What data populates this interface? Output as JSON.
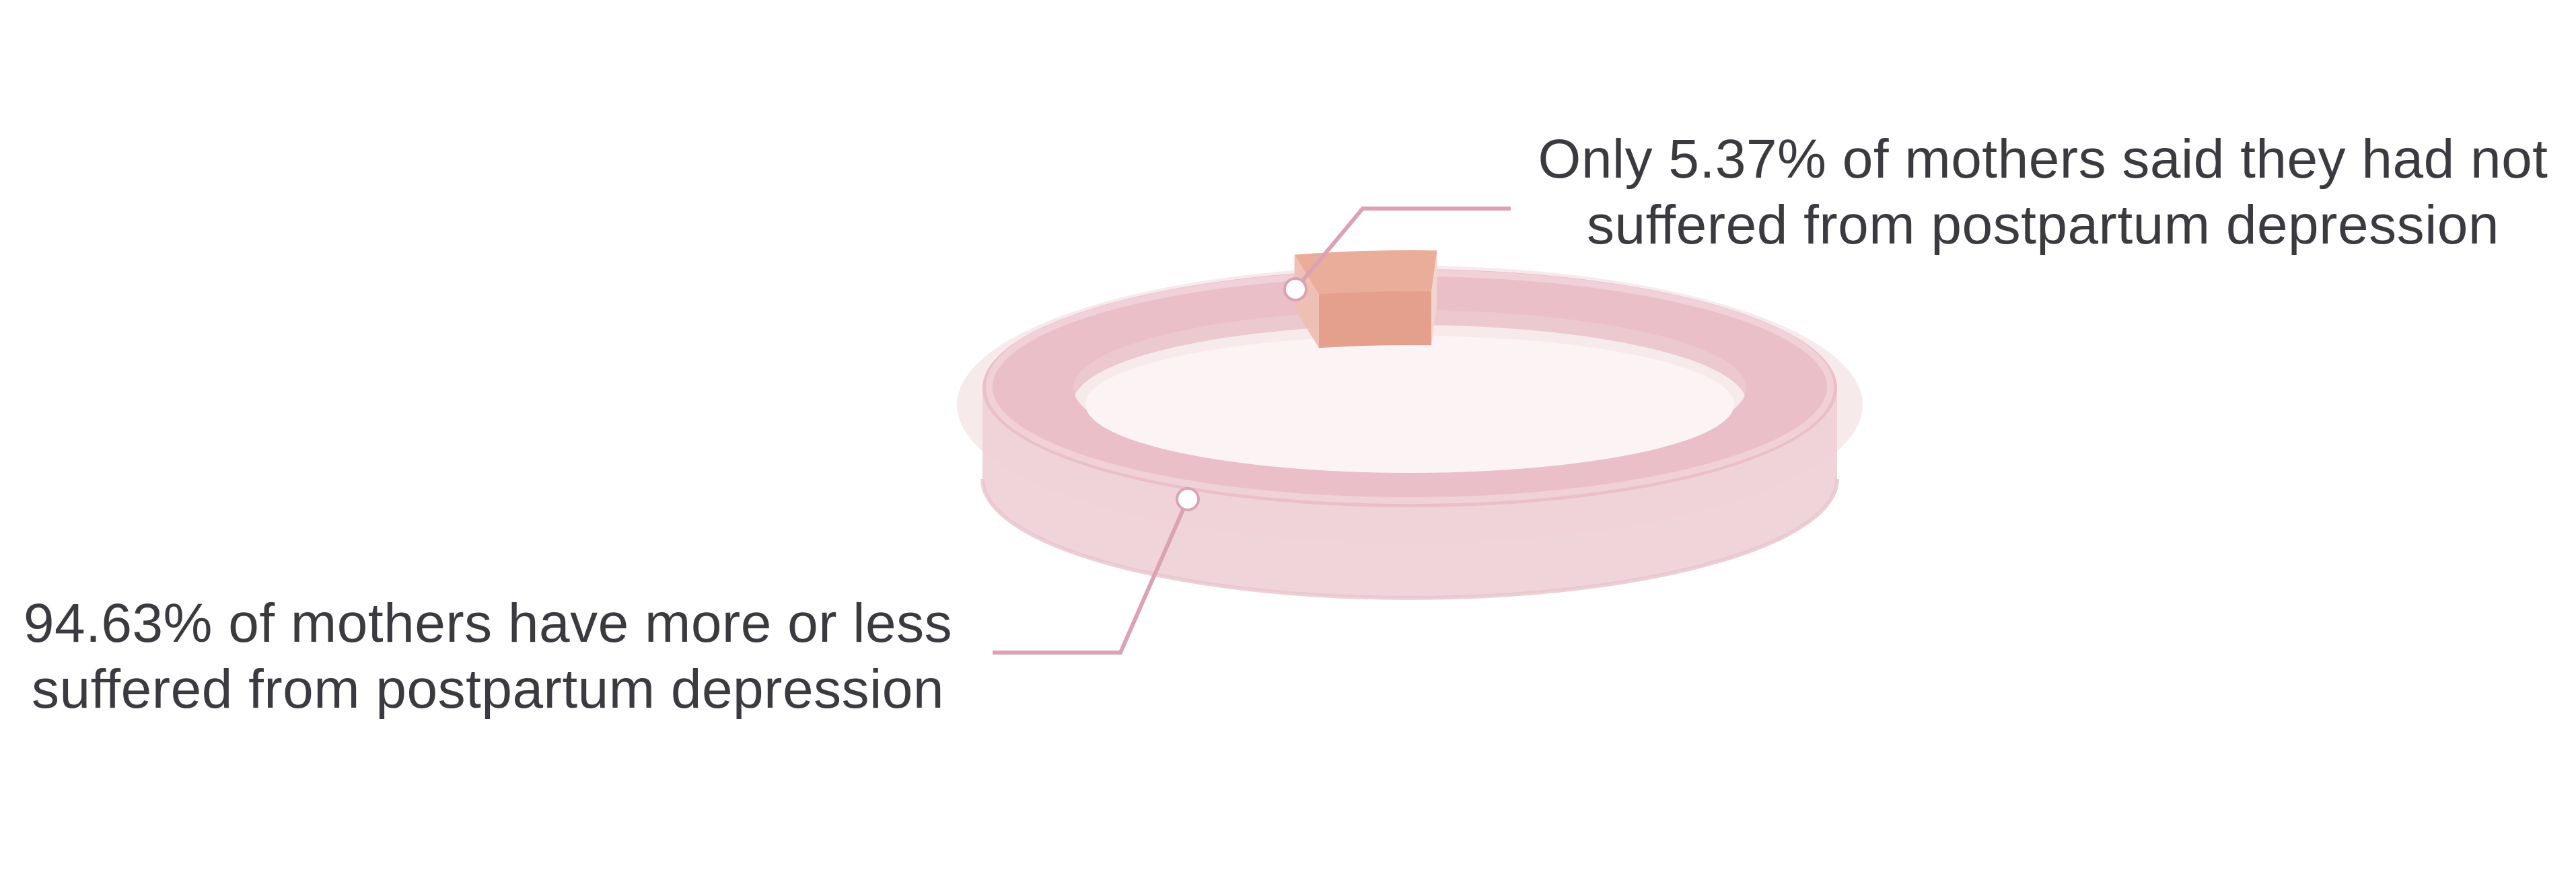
{
  "chart_data": {
    "type": "pie",
    "variant": "3d-donut",
    "title": "",
    "slices": [
      {
        "value": 94.63,
        "color": "#e8b7c2",
        "label_lines": [
          "94.63% of mothers have more or less",
          "suffered from postpartum depression"
        ]
      },
      {
        "value": 5.37,
        "color": "#e4a08d",
        "label_lines": [
          "Only 5.37% of mothers said they had not",
          "suffered from postpartum depression"
        ]
      }
    ],
    "leader_line_color": "#dca2b3",
    "text_color": "#3a3a40"
  }
}
